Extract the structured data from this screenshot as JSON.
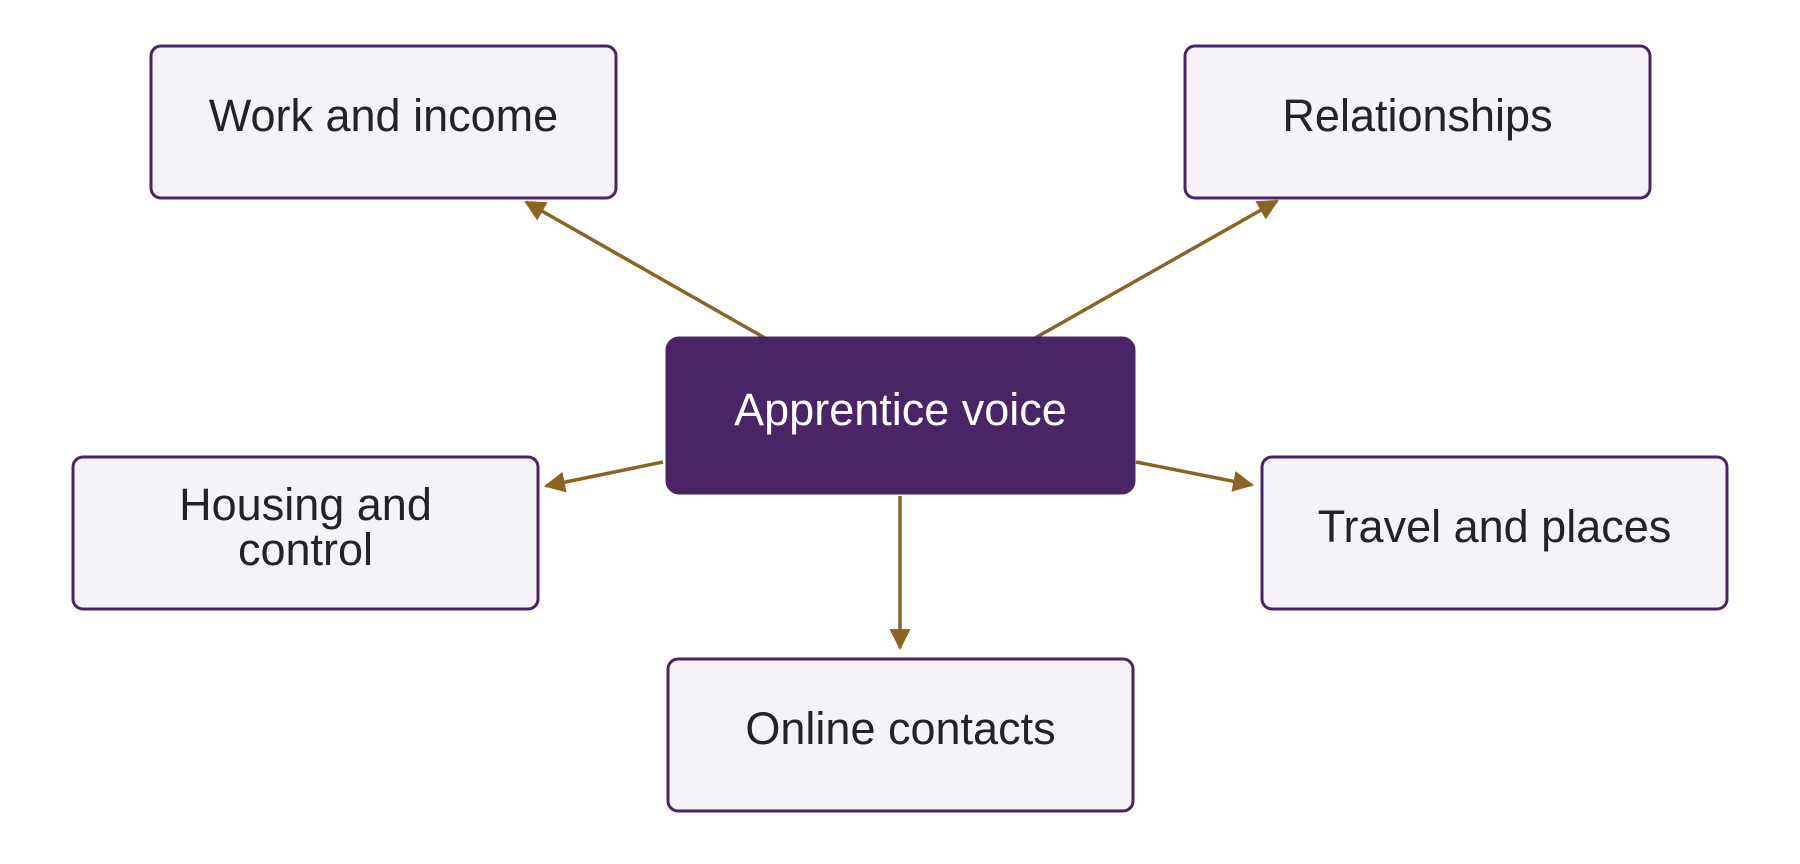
{
  "diagram": {
    "type": "radial-mind-map",
    "center": {
      "id": "apprentice-voice",
      "label": "Apprentice voice"
    },
    "nodes": [
      {
        "id": "work-and-income",
        "label": "Work and income"
      },
      {
        "id": "relationships",
        "label": "Relationships"
      },
      {
        "id": "housing-and-control",
        "label_lines": [
          "Housing and",
          "control"
        ]
      },
      {
        "id": "travel-and-places",
        "label": "Travel and places"
      },
      {
        "id": "online-contacts",
        "label": "Online contacts"
      }
    ],
    "edges": [
      {
        "from": "apprentice-voice",
        "to": "work-and-income",
        "directed": true
      },
      {
        "from": "apprentice-voice",
        "to": "relationships",
        "directed": true
      },
      {
        "from": "apprentice-voice",
        "to": "housing-and-control",
        "directed": true
      },
      {
        "from": "apprentice-voice",
        "to": "travel-and-places",
        "directed": true
      },
      {
        "from": "apprentice-voice",
        "to": "online-contacts",
        "directed": true
      }
    ],
    "colors": {
      "center_fill": "#4a2466",
      "node_fill": "#f5f2f8",
      "node_border": "#4a2466",
      "arrow": "#8b6423",
      "node_text": "#24212b",
      "center_text": "#ffffff"
    }
  }
}
